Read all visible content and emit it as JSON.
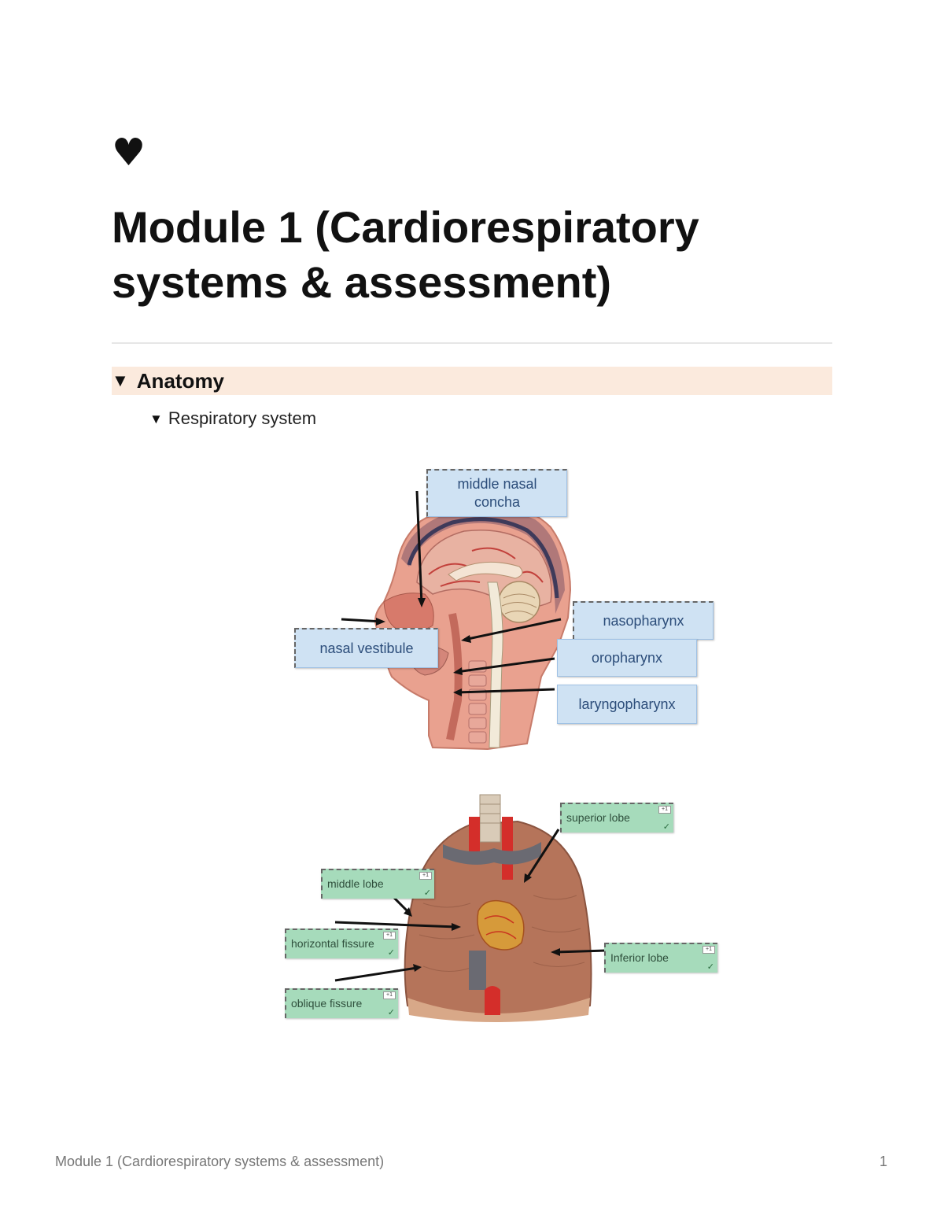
{
  "page": {
    "icon": "heart-icon",
    "icon_glyph": "♥",
    "title": "Module 1 (Cardiorespiratory systems & assessment)"
  },
  "toggle_heading": {
    "label": "Anatomy",
    "arrow_glyph": "▼"
  },
  "toggle_sub": {
    "label": "Respiratory system",
    "arrow_glyph": "▼"
  },
  "head_diagram": {
    "labels": {
      "middle_nasal_concha": "middle nasal concha",
      "nasopharynx": "nasopharynx",
      "nasal_vestibule": "nasal vestibule",
      "oropharynx": "oropharynx",
      "laryngopharynx": "laryngopharynx"
    }
  },
  "lung_diagram": {
    "labels": {
      "superior_lobe": "superior lobe",
      "middle_lobe": "middle lobe",
      "horizontal_fissure": "horizontal fissure",
      "inferior_lobe": "Inferior lobe",
      "oblique_fissure": "oblique fissure"
    },
    "badge": "+1",
    "check": "✓"
  },
  "footer": {
    "title": "Module 1 (Cardiorespiratory systems & assessment)",
    "page_number": "1"
  },
  "colors": {
    "toggle_bg": "#fbeadd",
    "blue_label": "#cfe2f3",
    "green_label": "#a6dbbb"
  }
}
